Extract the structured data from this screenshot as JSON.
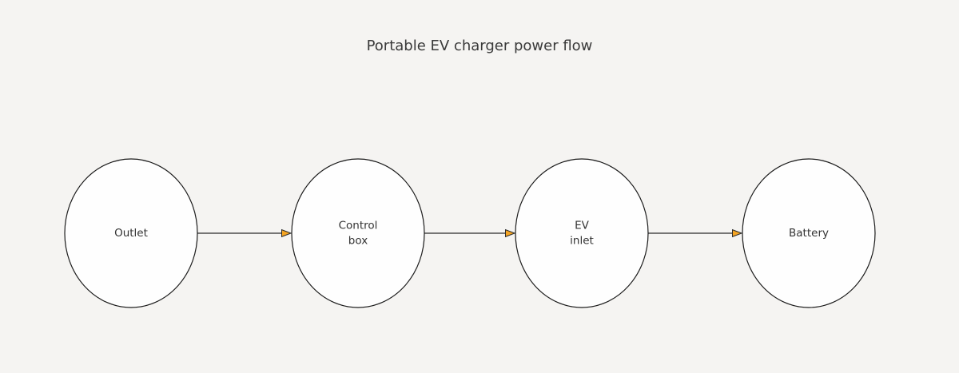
{
  "title": "Portable EV charger power flow",
  "colors": {
    "background": "#f5f4f2",
    "node_fill": "#fefefe",
    "node_stroke": "#1c1c1c",
    "edge_line": "#2b2b2b",
    "arrowhead_fill": "#f4a423",
    "text": "#333333",
    "title_text": "#3a3a3a"
  },
  "diagram_type": "flowchart-left-to-right",
  "nodes": [
    {
      "id": "outlet",
      "label": "Outlet",
      "lines": [
        "Outlet"
      ]
    },
    {
      "id": "control-box",
      "label": "Control box",
      "lines": [
        "Control",
        "box"
      ]
    },
    {
      "id": "ev-inlet",
      "label": "EV inlet",
      "lines": [
        "EV",
        "inlet"
      ]
    },
    {
      "id": "battery",
      "label": "Battery",
      "lines": [
        "Battery"
      ]
    }
  ],
  "edges": [
    {
      "from": "Outlet",
      "to": "Control box",
      "arrowhead": "orange-triangle"
    },
    {
      "from": "Control box",
      "to": "EV inlet",
      "arrowhead": "orange-triangle"
    },
    {
      "from": "EV inlet",
      "to": "Battery",
      "arrowhead": "orange-triangle"
    }
  ]
}
